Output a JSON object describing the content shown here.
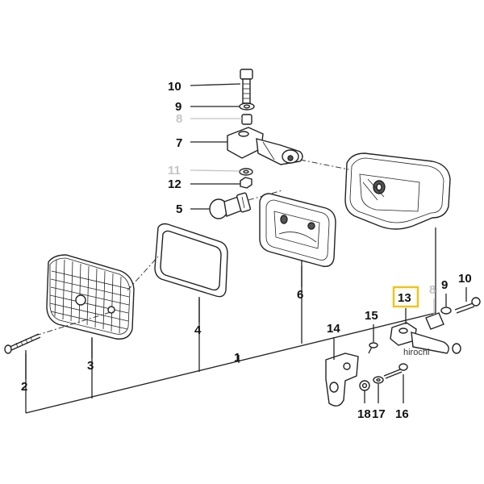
{
  "labels": {
    "l1": "1",
    "l2": "2",
    "l3": "3",
    "l4": "4",
    "l5": "5",
    "l6": "6",
    "l7": "7",
    "l8_top": "8",
    "l9_top": "9",
    "l10_top": "10",
    "l11": "11",
    "l12": "12",
    "l13": "13",
    "l14": "14",
    "l15": "15",
    "l16": "16",
    "l17": "17",
    "l18": "18",
    "l8_right": "8",
    "l9_right": "9",
    "l10_right": "10"
  },
  "watermark": "hirochi",
  "colors": {
    "highlight_box": "#f0c419",
    "faded_label": "#c4c4c4",
    "line": "#222222"
  }
}
